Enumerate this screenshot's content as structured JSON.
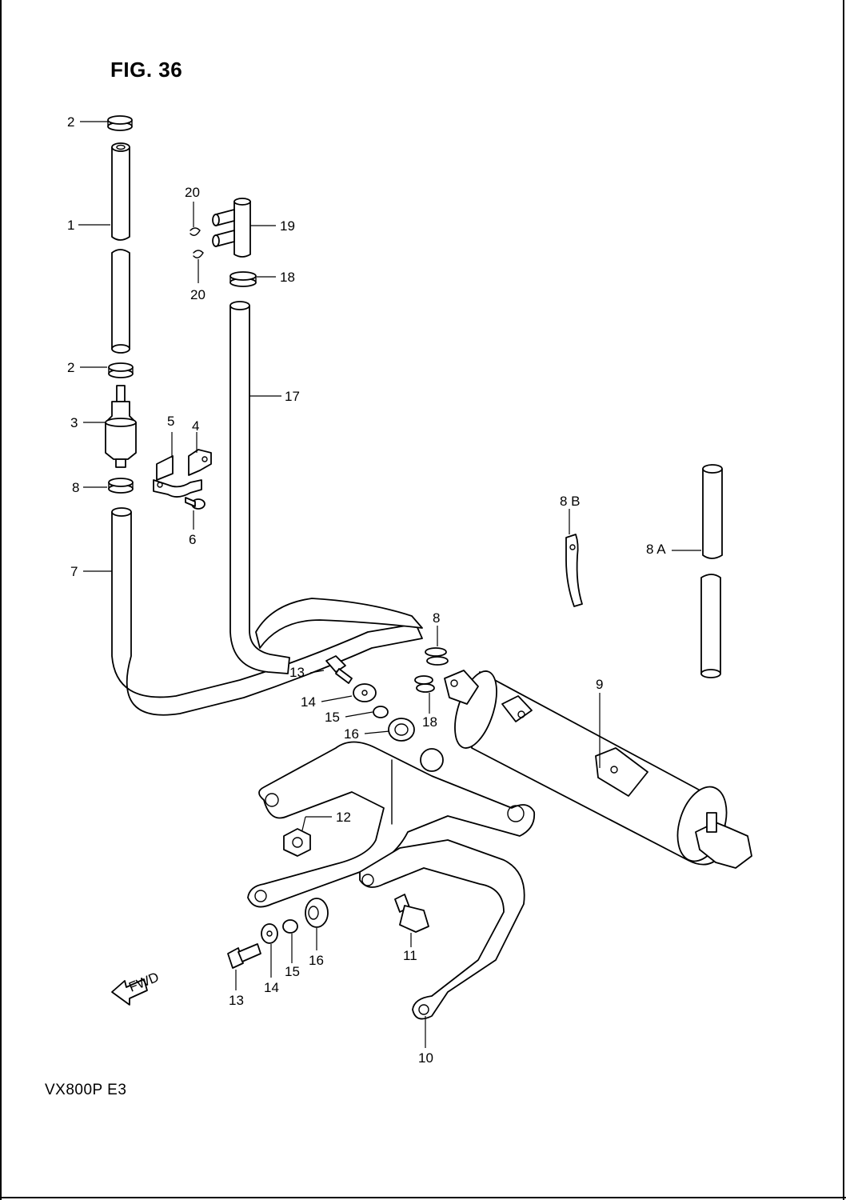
{
  "figure": {
    "title": "FIG. 36",
    "model_code": "VX800P  E3",
    "fwd_label": "FWD"
  },
  "callouts": [
    {
      "id": "c2a",
      "label": "2"
    },
    {
      "id": "c1",
      "label": "1"
    },
    {
      "id": "c2b",
      "label": "2"
    },
    {
      "id": "c3",
      "label": "3"
    },
    {
      "id": "c8a",
      "label": "8"
    },
    {
      "id": "c7",
      "label": "7"
    },
    {
      "id": "c5",
      "label": "5"
    },
    {
      "id": "c4",
      "label": "4"
    },
    {
      "id": "c6",
      "label": "6"
    },
    {
      "id": "c20a",
      "label": "20"
    },
    {
      "id": "c20b",
      "label": "20"
    },
    {
      "id": "c19",
      "label": "19"
    },
    {
      "id": "c18a",
      "label": "18"
    },
    {
      "id": "c17",
      "label": "17"
    },
    {
      "id": "c8B",
      "label": "8 B"
    },
    {
      "id": "c8A",
      "label": "8 A"
    },
    {
      "id": "c8b",
      "label": "8"
    },
    {
      "id": "c9",
      "label": "9"
    },
    {
      "id": "c13a",
      "label": "13"
    },
    {
      "id": "c14a",
      "label": "14"
    },
    {
      "id": "c15a",
      "label": "15"
    },
    {
      "id": "c16a",
      "label": "16"
    },
    {
      "id": "c18b",
      "label": "18"
    },
    {
      "id": "c12",
      "label": "12"
    },
    {
      "id": "c11",
      "label": "11"
    },
    {
      "id": "c13b",
      "label": "13"
    },
    {
      "id": "c14b",
      "label": "14"
    },
    {
      "id": "c15b",
      "label": "15"
    },
    {
      "id": "c16b",
      "label": "16"
    },
    {
      "id": "c10",
      "label": "10"
    }
  ]
}
